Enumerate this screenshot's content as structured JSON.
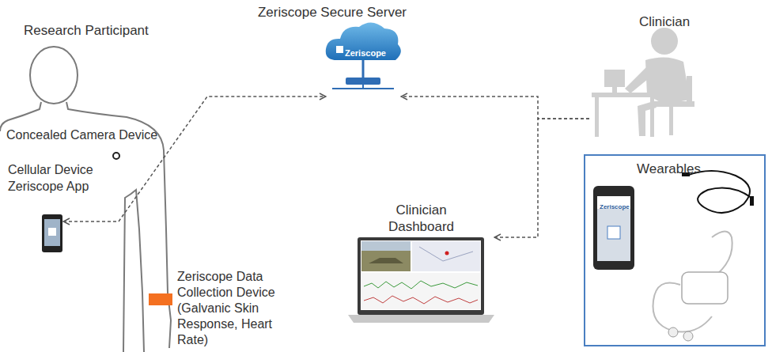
{
  "diagram": {
    "nodes": [
      {
        "text": [
          "Research Participant"
        ]
      },
      {
        "text": [
          "Cellular Device Zeriscope App"
        ],
        "in": 0
      },
      {
        "text": [
          "Zeriscope Secure Server",
          "Zeriscope"
        ]
      },
      {
        "text": [
          "Clinician"
        ]
      },
      {
        "text": [
          "Clinician Dashboard"
        ]
      },
      {
        "text": [
          "Wearables"
        ]
      }
    ],
    "edges": [
      {
        "from": 1,
        "to": 2,
        "arrow": "both"
      },
      {
        "from": 3,
        "to": 2,
        "arrow": "to"
      },
      {
        "from": 3,
        "to": 4,
        "arrow": "to"
      }
    ],
    "labels": [
      "Concealed Camera Device",
      "Zeriscope Data Collection Device (Galvanic Skin Response, Heart Rate)",
      "Zeriscope"
    ]
  }
}
